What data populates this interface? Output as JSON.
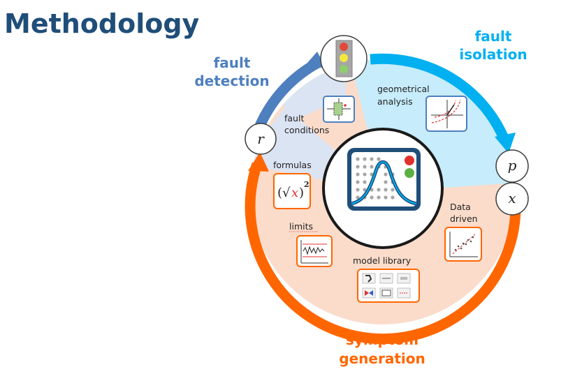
{
  "title": "Methodology",
  "stages": {
    "detection_line1": "fault",
    "detection_line2": "detection",
    "isolation_line1": "fault",
    "isolation_line2": "isolation",
    "generation_line1": "symptom",
    "generation_line2": "generation"
  },
  "labels": {
    "geometrical_line1": "geometrical",
    "geometrical_line2": "analysis",
    "fault_conditions_line1": "fault",
    "fault_conditions_line2": "conditions",
    "formulas": "formulas",
    "limits": "limits",
    "model_library": "model library",
    "data_driven_line1": "Data",
    "data_driven_line2": "driven"
  },
  "symbols": {
    "r": "r",
    "p": "p",
    "x": "x",
    "formula_x": "x",
    "formula_exp": "2"
  },
  "colors": {
    "title": "#1f4e79",
    "detection": "#4e7fbf",
    "isolation": "#00b0f0",
    "generation": "#ff6600",
    "sector_detection": "#dbe4f3",
    "sector_isolation": "#c7ecfb",
    "sector_generation": "#fbdccb"
  },
  "icons": [
    "traffic-light-icon",
    "fault-conditions-icon",
    "geometrical-analysis-icon",
    "formula-icon",
    "limits-chart-icon",
    "data-driven-scatter-icon",
    "model-library-icon",
    "central-logo"
  ]
}
